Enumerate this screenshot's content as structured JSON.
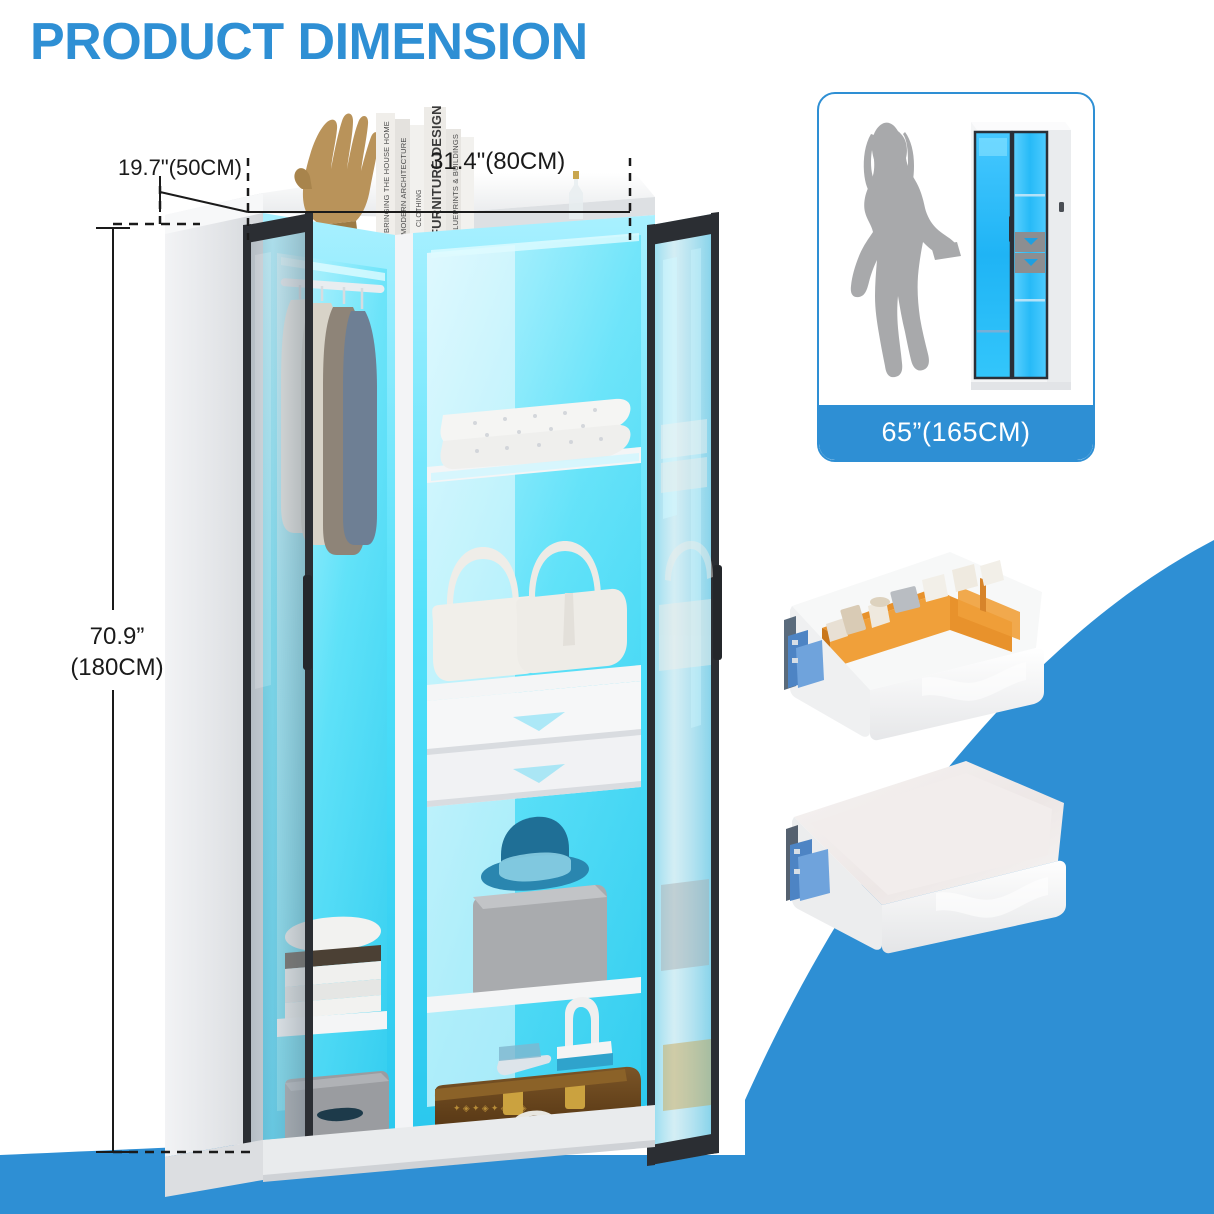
{
  "page": {
    "title": "PRODUCT DIMENSION",
    "background_color": "#FFFFFF",
    "accent_color": "#2E8FD4",
    "led_color": "#3FD8F5"
  },
  "dimensions": {
    "depth_label": "19.7\"(50CM)",
    "width_label": "31.4\"(80CM)",
    "height_label_line1": "70.9”",
    "height_label_line2": "(180CM)"
  },
  "side_panel": {
    "caption": "65”(165CM)",
    "silhouette_name": "woman-silhouette",
    "cabinet_name": "led-cabinet-front-view"
  },
  "product": {
    "name": "led-glass-door-wardrobe",
    "books": [
      "BRINGING THE HOUSE HOME",
      "MODERN ARCHITECTURE",
      "CLOTHING",
      "FURNITURE DESIGN",
      "BLUEPRINTS & BUILDINGS"
    ],
    "compartments": [
      "hanging-rod-with-clothes",
      "pillows-shelf",
      "handbags-shelf",
      "drawers",
      "hat-and-box-shelf",
      "folded-towels-shelf",
      "storage-bin-shelf",
      "trunk-with-shoes-shelf"
    ]
  },
  "drawers": {
    "top_drawer_name": "organizer-drawer-with-dividers",
    "bottom_drawer_name": "empty-drawer"
  }
}
